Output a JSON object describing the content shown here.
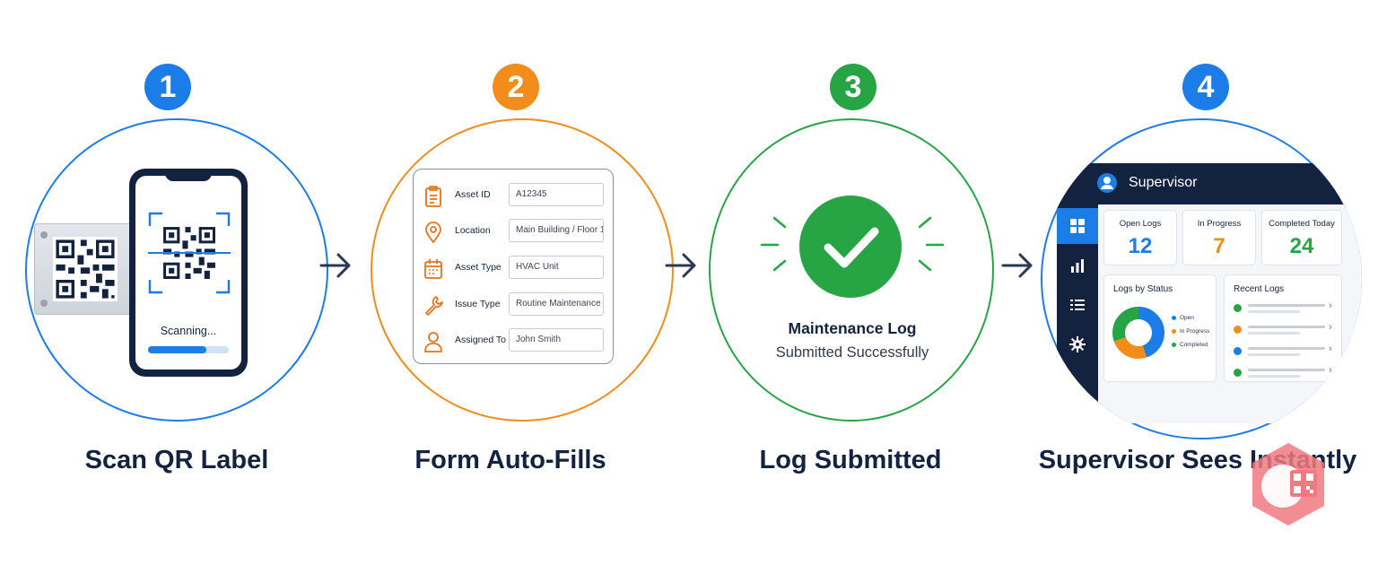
{
  "steps": [
    {
      "number": "1",
      "title": "Scan QR Label",
      "color": "#1c7ce8"
    },
    {
      "number": "2",
      "title": "Form Auto-Fills",
      "color": "#f28c1b"
    },
    {
      "number": "3",
      "title": "Log Submitted",
      "color": "#27a545"
    },
    {
      "number": "4",
      "title": "Supervisor Sees Instantly",
      "color": "#1c7ce8"
    }
  ],
  "scan": {
    "status_text": "Scanning...",
    "progress": 0.72
  },
  "form": {
    "fields": [
      {
        "label": "Asset ID",
        "value": "A12345",
        "icon": "clipboard-icon"
      },
      {
        "label": "Location",
        "value": "Main Building / Floor 1",
        "icon": "location-pin-icon"
      },
      {
        "label": "Asset Type",
        "value": "HVAC Unit",
        "icon": "calendar-icon"
      },
      {
        "label": "Issue Type",
        "value": "Routine Maintenance",
        "icon": "wrench-icon"
      },
      {
        "label": "Assigned To",
        "value": "John Smith",
        "icon": "user-icon"
      }
    ]
  },
  "submitted": {
    "line1": "Maintenance Log",
    "line2": "Submitted Successfully"
  },
  "dashboard": {
    "user_title": "Supervisor",
    "stats": [
      {
        "label": "Open Logs",
        "value": "12",
        "color": "#1c7ce8"
      },
      {
        "label": "In Progress",
        "value": "7",
        "color": "#f28c1b"
      },
      {
        "label": "Completed Today",
        "value": "24",
        "color": "#27a545"
      }
    ],
    "logs_by_status": {
      "title": "Logs by Status",
      "legend": [
        {
          "label": "Open",
          "color": "#1c7ce8"
        },
        {
          "label": "In Progress",
          "color": "#f28c1b"
        },
        {
          "label": "Completed",
          "color": "#27a545"
        }
      ]
    },
    "recent_logs": {
      "title": "Recent Logs",
      "dot_colors": [
        "#27a545",
        "#f28c1b",
        "#1c7ce8",
        "#27a545"
      ]
    }
  }
}
